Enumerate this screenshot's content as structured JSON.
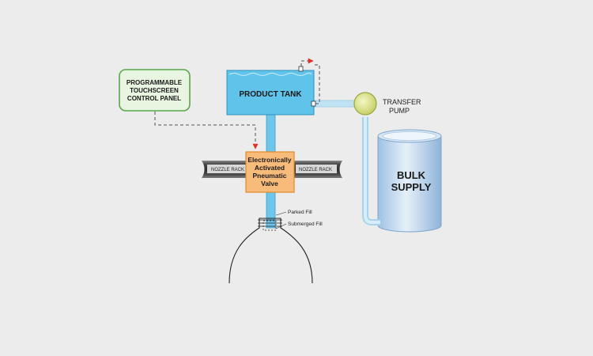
{
  "control_panel": {
    "line1": "PROGRAMMABLE",
    "line2": "TOUCHSCREEN",
    "line3": "CONTROL PANEL"
  },
  "product_tank": {
    "label": "PRODUCT TANK"
  },
  "transfer_pump": {
    "line1": "TRANSFER",
    "line2": "PUMP"
  },
  "bulk_supply": {
    "line1": "BULK",
    "line2": "SUPPLY"
  },
  "valve": {
    "line1": "Electronically",
    "line2": "Activated",
    "line3": "Pneumatic",
    "line4": "Valve"
  },
  "nozzle_rack": {
    "left_label": "NOZZLE RACK",
    "right_label": "NOZZLE RACK"
  },
  "fill_levels": {
    "parked": "Parked Fill",
    "submerged": "Submerged Fill"
  },
  "colors": {
    "background": "#ececec",
    "tank_fill": "#5fc3ea",
    "pipe_fill": "#bfe3f2",
    "control_panel_fill": "#e7f5e1",
    "control_panel_border": "#5aa64a",
    "valve_fill": "#f9bb7a",
    "valve_border": "#e08a2a",
    "pump_fill": "#e2ea98",
    "signal_arrow": "#e0302a",
    "bulk_fill": "#c3d9ee"
  }
}
